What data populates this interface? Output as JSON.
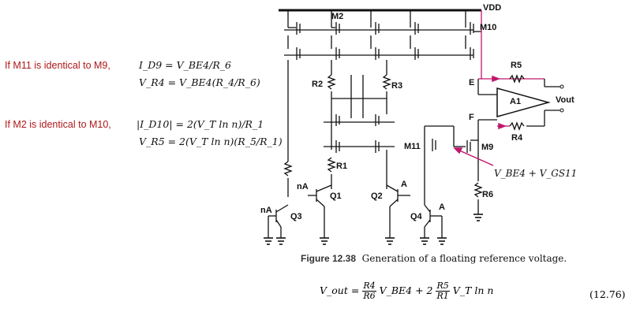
{
  "annotations": {
    "note1_label": "If M11 is identical to M9,",
    "note1_eq": "I_D9 = V_BE4/R_6",
    "note1_eq2": "V_R4 = V_BE4(R_4/R_6)",
    "note2_label": "If M2 is identical to M10,",
    "note2_eq": "|I_D10| = 2(V_T ln n)/R_1",
    "note2_eq2": "V_R5 = 2(V_T ln n)(R_5/R_1)"
  },
  "circuit": {
    "vdd": "VDD",
    "labels": {
      "m2": "M2",
      "m10": "M10",
      "m11": "M11",
      "m9": "M9",
      "r1": "R1",
      "r2": "R2",
      "r3": "R3",
      "r4": "R4",
      "r5": "R5",
      "r6": "R6",
      "q1": "Q1",
      "q2": "Q2",
      "q3": "Q3",
      "q4": "Q4",
      "na1": "nA",
      "na2": "nA",
      "a1": "A",
      "a2": "A",
      "e": "E",
      "f": "F",
      "a_amp": "A1",
      "vout": "Vout"
    },
    "vbe_annotation": "V_BE4 + V_GS11",
    "accent_color": "#c0166b"
  },
  "caption": {
    "figure_label": "Figure 12.38",
    "text": "Generation of a floating reference voltage."
  },
  "formula": {
    "lhs": "V_out =",
    "frac1_num": "R4",
    "frac1_den": "R6",
    "term1": "V_BE4 + 2",
    "frac2_num": "R5",
    "frac2_den": "R1",
    "term2": "V_T ln n",
    "number": "(12.76)"
  }
}
